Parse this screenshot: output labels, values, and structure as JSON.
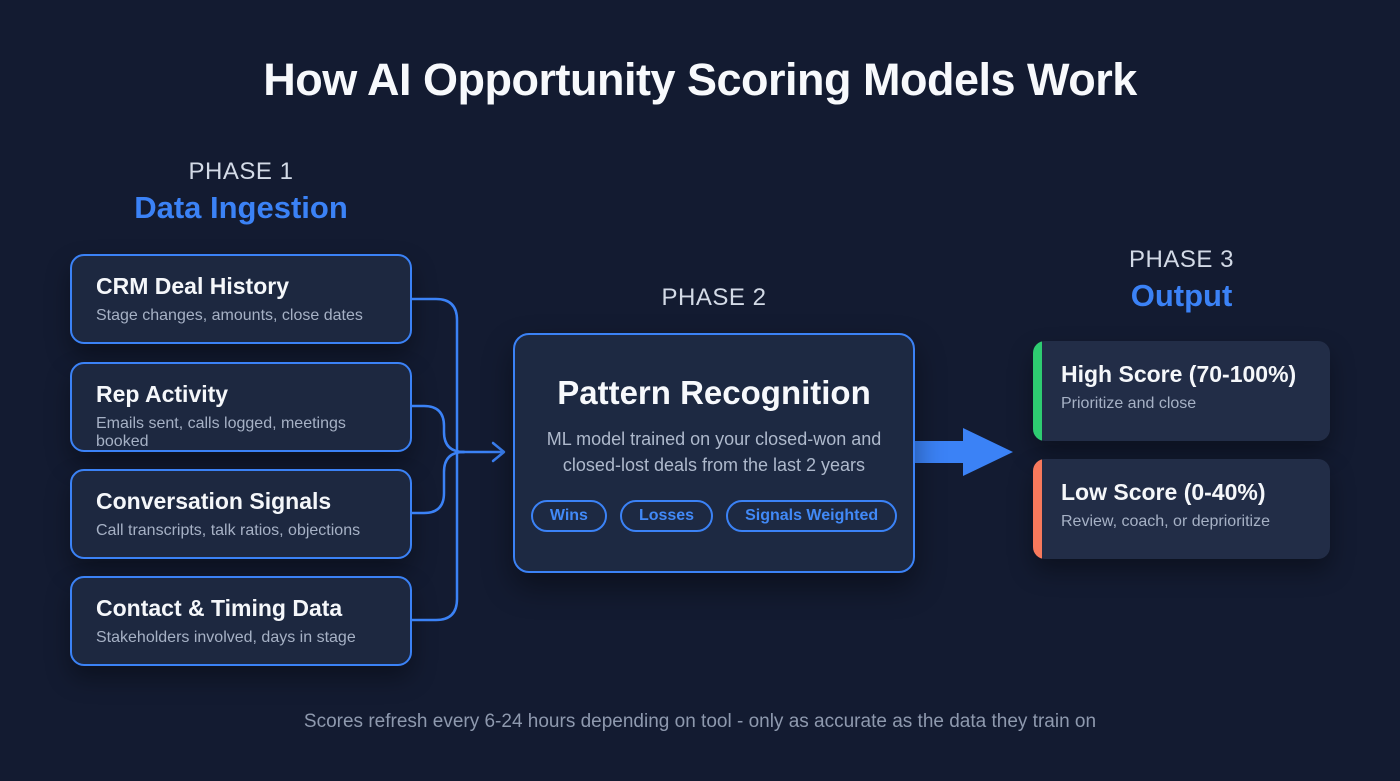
{
  "title": "How AI Opportunity Scoring Models Work",
  "colors": {
    "background": "#131b31",
    "accent_blue": "#3b82f6",
    "high_score_green": "#2ecc71",
    "low_score_coral": "#f8795c",
    "card_fill": "#1d2942",
    "output_card_fill": "#222d47"
  },
  "phase1": {
    "label": "PHASE 1",
    "name": "Data Ingestion",
    "boxes": [
      {
        "title": "CRM Deal History",
        "subtitle": "Stage changes, amounts, close dates"
      },
      {
        "title": "Rep Activity",
        "subtitle": "Emails sent, calls logged, meetings booked"
      },
      {
        "title": "Conversation Signals",
        "subtitle": "Call transcripts, talk ratios, objections"
      },
      {
        "title": "Contact & Timing Data",
        "subtitle": "Stakeholders involved, days in stage"
      }
    ]
  },
  "phase2": {
    "label": "PHASE 2",
    "box": {
      "title": "Pattern Recognition",
      "description": "ML model trained on your closed-won and closed-lost deals from the last 2 years",
      "pills": [
        "Wins",
        "Losses",
        "Signals Weighted"
      ]
    }
  },
  "phase3": {
    "label": "PHASE 3",
    "name": "Output",
    "boxes": [
      {
        "title": "High Score (70-100%)",
        "subtitle": "Prioritize and close",
        "accent": "#2ecc71"
      },
      {
        "title": "Low Score (0-40%)",
        "subtitle": "Review, coach, or deprioritize",
        "accent": "#f8795c"
      }
    ]
  },
  "footer": "Scores refresh every 6-24 hours depending on tool - only as accurate as the data they train on"
}
